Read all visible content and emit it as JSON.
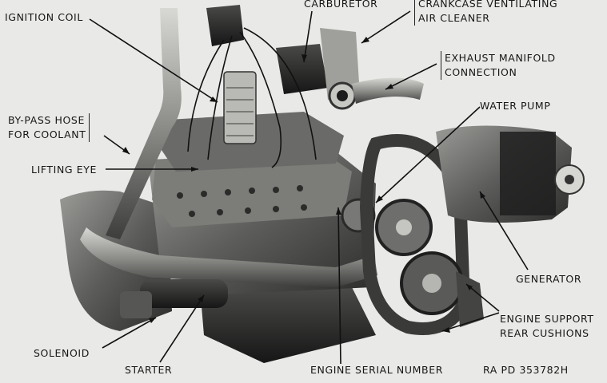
{
  "figure": {
    "labels": {
      "ignition_coil": "IGNITION COIL",
      "carburetor": "CARBURETOR",
      "crankcase_air_cleaner": [
        "CRANKCASE VENTILATING",
        "AIR CLEANER"
      ],
      "exhaust_manifold": [
        "EXHAUST MANIFOLD",
        "CONNECTION"
      ],
      "water_pump": "WATER PUMP",
      "bypass_hose": [
        "BY-PASS HOSE",
        "FOR COOLANT"
      ],
      "lifting_eye": "LIFTING EYE",
      "generator": "GENERATOR",
      "engine_support": [
        "ENGINE SUPPORT",
        "REAR CUSHIONS"
      ],
      "solenoid": "SOLENOID",
      "starter": "STARTER",
      "engine_serial": "ENGINE SERIAL NUMBER",
      "photo_ref": "RA PD 353782H"
    }
  }
}
